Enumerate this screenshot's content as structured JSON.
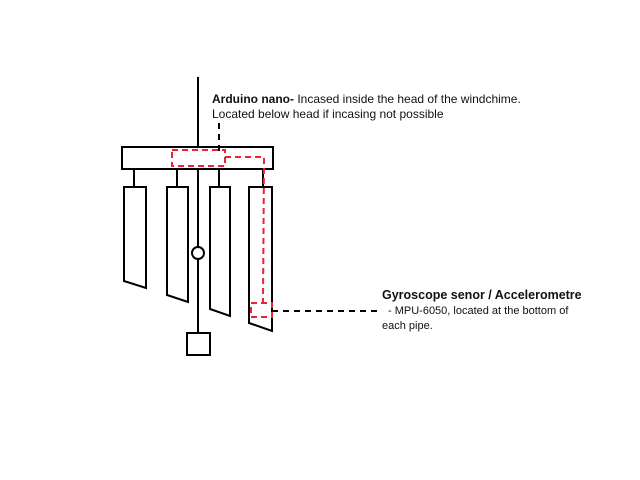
{
  "arduino": {
    "title": "Arduino nano-",
    "text1": " Incased inside the head of the windchime.",
    "text2": "Located below head if incasing not possible"
  },
  "gyro": {
    "title": "Gyroscope senor / Accelerometre",
    "text1": "- MPU-6050, located at the bottom of",
    "text2": "each pipe."
  },
  "colors": {
    "structure": "#000000",
    "sensor": "#ee2233"
  }
}
